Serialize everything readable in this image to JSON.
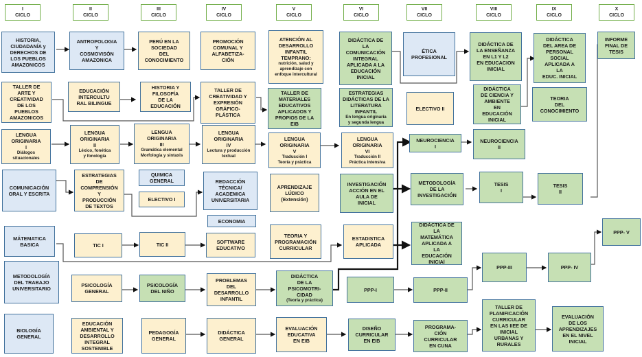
{
  "cycles": [
    {
      "num": "I",
      "label": "CICLO"
    },
    {
      "num": "II",
      "label": "CICLO"
    },
    {
      "num": "III",
      "label": "CICLO"
    },
    {
      "num": "IV",
      "label": "CICLO"
    },
    {
      "num": "V",
      "label": "CICLO"
    },
    {
      "num": "VI",
      "label": "CICLO"
    },
    {
      "num": "VII",
      "label": "CICLO"
    },
    {
      "num": "VIII",
      "label": "CICLO"
    },
    {
      "num": "IX",
      "label": "CICLO"
    },
    {
      "num": "X",
      "label": "CICLO"
    }
  ],
  "colors": {
    "general": "#dde8f5",
    "specific": "#fdf0cf",
    "specialty": "#c6e0b4",
    "border": "#41719c",
    "header_border": "#70ad47"
  },
  "courses": {
    "historia_ciudadania": {
      "title": "HISTORIA,\nCIUDADANÍA y\nDERECHOS DE\nLOS PUEBLOS\nAMAZONICOS"
    },
    "antropologia": {
      "title": "ANTROPOLOGIA\nY\nCOSMOVISÓN\nAMAZONICA"
    },
    "peru_sociedad": {
      "title": "PERÚ EN LA\nSOCIEDAD\nDEL\nCONOCIMIENTO"
    },
    "promocion_comunal": {
      "title": "PROMOCIÓN\nCOMUNAL Y\nALFABETIZA-\nCIÓN"
    },
    "atencion_desarrollo": {
      "title": "ATENCIÓN AL\nDESARROLLO\nINFANTIL\nTEMPRANO:",
      "subtitle": "nutrición, salud y\naprendizaje con\nenfoque intercultural"
    },
    "didactica_comunicacion": {
      "title": "DIDÁCTICA DE\nLA\nCOMUNICACIÓN\nINTEGRAL\nAPLICADA A LA\nEDUCACIÓN\nINICIAL"
    },
    "etica_profesional": {
      "title": "ÉTICA\nPROFESIONAL"
    },
    "didactica_l1_l2": {
      "title": "DIDÁCTICA DE\nLA ENSEÑANZA\nEN  L1 Y L2\nEN EDUCACION\nINICIAL"
    },
    "didactica_personal_social": {
      "title": "DIDÁCTICA\nDEL AREA DE\nPERSONAL\nSOCIAL\nAPLICADA A\nLA\nEDUC. INICIAL"
    },
    "informe_tesis": {
      "title": "INFORME\nFINAL DE\nTESIS"
    },
    "taller_arte": {
      "title": "TALLER DE\nARTE Y\nCREATIVIDAD\nDE LOS\nPUEBLOS\nAMAZONICOS"
    },
    "educacion_intercultural": {
      "title": "EDUCACIÓN\nINTERCULTU\nRAL BILINGUE"
    },
    "historia_filosofia": {
      "title": "HISTORIA Y\nFILOSOFÍA\nDE LA\nEDUCACIÓN"
    },
    "taller_creatividad": {
      "title": "TALLER DE\nCREATIVIDAD Y\nEXPRESIÓN\nGRÁFICO-\nPLÁSTICA"
    },
    "taller_materiales": {
      "title": "TALLER DE\nMATERIALES\nEDUCATIVOS\nAPLICADOS Y\nPROPIOS  DE LA\nEIB"
    },
    "estrategias_literatura": {
      "title": "ESTRATEGIAS\nDIDÁCTICAS DE LA\nLITERATURA\nINFANTIL",
      "subtitle": "En lengua originaria\ny segunda lengua"
    },
    "electivo_ii": {
      "title": "ELECTIVO II"
    },
    "didactica_ciencia": {
      "title": "DIDÁCTICA\nDE CIENCIA Y\nAMBIENTE\nEN\nEDUCACIÓN\nINICIAL"
    },
    "teoria_conocimiento": {
      "title": "TEORIA\nDEL\nCONOCIMIENTO"
    },
    "lengua_i": {
      "title": "LENGUA\nORIGINARIA\nI",
      "subtitle": "Diálogos\nsituacionales"
    },
    "lengua_ii": {
      "title": "LENGUA\nORIGINARIA\nII",
      "subtitle": "Léxico, fonética\ny fonología"
    },
    "lengua_iii": {
      "title": "LENGUA\nORIGINARIA\nIII",
      "subtitle": "Gramática elemental\nMorfología y sintaxis"
    },
    "lengua_iv": {
      "title": "LENGUA\nORIGINARIA\nIV",
      "subtitle": "Lectura y producción\ntextual"
    },
    "lengua_v": {
      "title": "LENGUA\nORIGINARIA\nV",
      "subtitle": "Traducción I\nTeoría y práctica"
    },
    "lengua_vi": {
      "title": "LENGUA\nORIGINARIA\nVI",
      "subtitle": "Traducción II\nPráctica intensiva"
    },
    "neurociencia_i": {
      "title": "NEUROCIENCIA\nI"
    },
    "neurociencia_ii": {
      "title": "NEUROCIENCIA\nII"
    },
    "comunicacion_oral": {
      "title": "COMUNICACIÓN\nORAL Y ESCRITA"
    },
    "estrategias_comprension": {
      "title": "ESTRATEGIAS\nDE\nCOMPRENSIÓN\nY\nPRODUCCIÓN\nDE TEXTOS"
    },
    "quimica_general": {
      "title": "QUIMICA\nGENERAL"
    },
    "electivo_i": {
      "title": "ELECTIVO I"
    },
    "redaccion_tecnica": {
      "title": "REDACCIÓN\nTÉCNICA/\nACADEMICA\nUNIVERSITARIA"
    },
    "aprendizaje_ludico": {
      "title": "APRENDIZAJE\nLÚDICO\n(Extensión)"
    },
    "investigacion_accion": {
      "title": "INVESTIGACIÓN\nACCIÓN EN EL\nAULA DE\nINICIAL"
    },
    "metodologia_investigacion": {
      "title": "METODOLOGÍA\nDE LA\nINVESTIGACIÓN"
    },
    "tesis_i": {
      "title": "TESIS\nI"
    },
    "tesis_ii": {
      "title": "TESIS\nII"
    },
    "economia": {
      "title": "ECONOMIA"
    },
    "matematica_basica": {
      "title": "MÁTEMATICA\nBASICA"
    },
    "tic_i": {
      "title": "TIC I"
    },
    "tic_ii": {
      "title": "TIC II"
    },
    "software_educativo": {
      "title": "SOFTWARE\nEDUCATIVO"
    },
    "teoria_programacion": {
      "title": "TEORIA Y\nPROGRAMACIÓN\nCURRICULAR"
    },
    "estadistica_aplicada": {
      "title": "ESTADISTICA\nAPLICADA"
    },
    "didactica_matematica": {
      "title": "DIDÁCTICA DE\nLA\nMATEMÁTICA\nAPLICADA A\nLA\nEDUCACIÓN\nINICIAl"
    },
    "ppp_v": {
      "title": "PPP- V"
    },
    "metodologia_trabajo": {
      "title": "METODOLOGÍA\nDEL TRABAJO\nUNIVERSITARIO"
    },
    "psicologia_general": {
      "title": "PSICOLOGÍA\nGENERAL"
    },
    "psicologia_nino": {
      "title": "PSICOLOGÍA\nDEL NIÑO"
    },
    "problemas_desarrollo": {
      "title": "PROBLEMAS\nDEL\nDESARROLLO\nINFANTIL"
    },
    "didactica_psicomotricidad": {
      "title": "DIDÁCTICA\nDE LA\nPSICOMOTRI-\nCIDAD",
      "subtitle": "(Teoría y práctica)"
    },
    "ppp_i": {
      "title": "PPP-I"
    },
    "ppp_ii": {
      "title": "PPP-II"
    },
    "ppp_iii": {
      "title": "PPP-III"
    },
    "ppp_iv": {
      "title": "PPP- IV"
    },
    "biologia_general": {
      "title": "BIOLOGÍA\nGENERAL"
    },
    "educacion_ambiental": {
      "title": "EDUCACIÓN\nAMBIENTAL Y\nDESARROLLO\nINTEGRAL\nSOSTENIBLE"
    },
    "pedagogia_general": {
      "title": "PEDAGOGÍA\nGENERAL"
    },
    "didactica_general": {
      "title": "DIDÁCTICA\nGENERAL"
    },
    "evaluacion_eib": {
      "title": "EVALUACIÓN\nEDUCATIVA\nEN EIB"
    },
    "diseno_curricular": {
      "title": "DISEÑO\nCURRICULAR\nEN EIB"
    },
    "programacion_cuna": {
      "title": "PROGRAMA-\nCIÓN\nCURRICULAR\nEN CUNA"
    },
    "taller_planificacion": {
      "title": "TALLER DE\nPLANIFICACIÓN\nCURRICULAR\nEN LAS IIEE DE\nINICIAL\nURBANAS  Y\nRURALES"
    },
    "evaluacion_aprendizajes": {
      "title": "EVALUACIÓN\nDE LOS\nAPRENDIZAJES\nEN EL NIVEL\nINICIAL"
    }
  }
}
